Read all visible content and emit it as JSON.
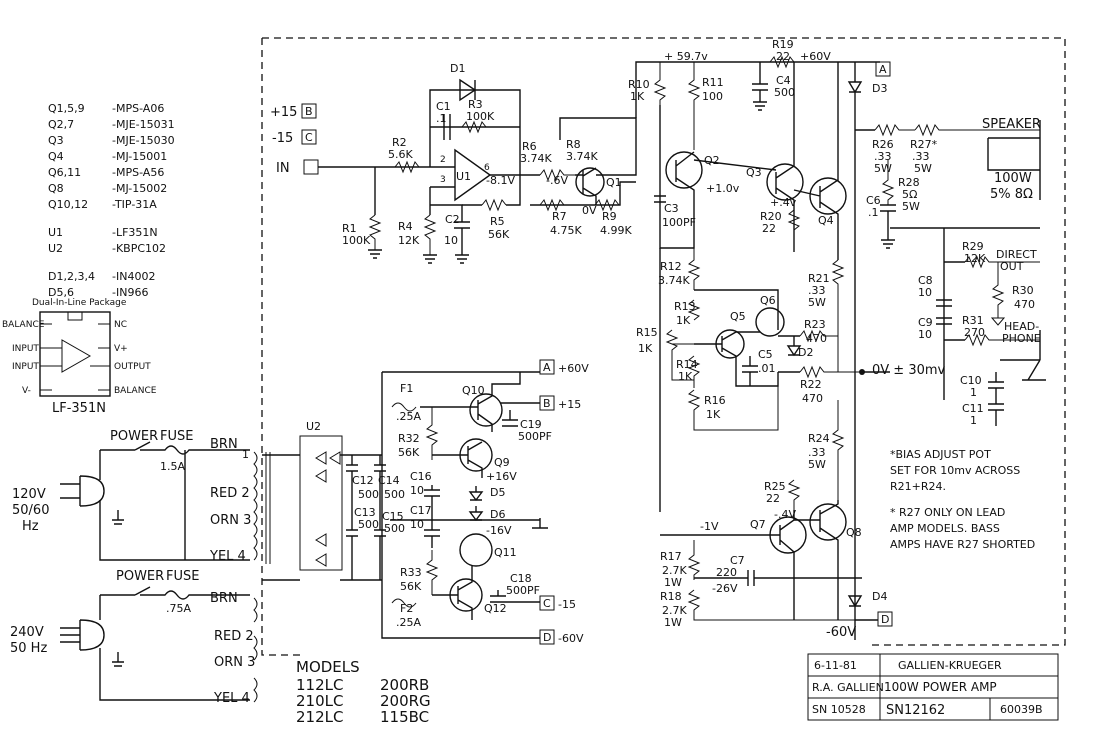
{
  "parts_list": [
    {
      "ref": "Q1,5,9",
      "part": "-MPS-A06"
    },
    {
      "ref": "Q2,7",
      "part": "-MJE-15031"
    },
    {
      "ref": "Q3",
      "part": "-MJE-15030"
    },
    {
      "ref": "Q4",
      "part": "-MJ-15001"
    },
    {
      "ref": "Q6,11",
      "part": "-MPS-A56"
    },
    {
      "ref": "Q8",
      "part": "-MJ-15002"
    },
    {
      "ref": "Q10,12",
      "part": "-TIP-31A"
    },
    {
      "ref": "U1",
      "part": "-LF351N"
    },
    {
      "ref": "U2",
      "part": "-KBPC102"
    },
    {
      "ref": "D1,2,3,4",
      "part": "-IN4002"
    },
    {
      "ref": "D5,6",
      "part": "-IN966"
    }
  ],
  "ic_package": {
    "title": "Dual-In-Line Package",
    "name": "LF-351N",
    "left_pins": [
      "BALANCE",
      "INPUT",
      "INPUT",
      "V-"
    ],
    "right_pins": [
      "NC",
      "V+",
      "OUTPUT",
      "BALANCE"
    ]
  },
  "inputs": {
    "p15": "+15",
    "b": "B",
    "m15": "-15",
    "c": "C",
    "in": "IN"
  },
  "labels": {
    "d1": "D1",
    "c1": "C1",
    "c1v": ".1",
    "r3": "R3",
    "r3v": "100K",
    "r2": "R2",
    "r2v": "5.6K",
    "u1": "U1",
    "u1out": "-8.1V",
    "pin2": "2",
    "pin3": "3",
    "pin6": "6",
    "r1": "R1",
    "r1v": "100K",
    "r4": "R4",
    "r4v": "12K",
    "c2": "C2",
    "c2v": "10",
    "r5": "R5",
    "r5v": "56K",
    "r6": "R6",
    "r6v": "3.74K",
    "r8": "R8",
    "r8v": "3.74K",
    "v6": "-.6V",
    "q1": "Q1",
    "r7": "R7",
    "r7v": "4.75K",
    "ov": "0V",
    "r9": "R9",
    "r9v": "4.99K",
    "r10": "R10",
    "r10v": "1K",
    "r11": "R11",
    "r11v": "100",
    "v597": "+ 59.7v",
    "r19": "R19",
    "r19v": "22",
    "v60": "+60V",
    "c4": "C4",
    "c4v": "500",
    "a": "A",
    "d3": "D3",
    "q2": "Q2",
    "v10": "+1.0v",
    "c3": "C3",
    "c3v": "100PF",
    "q3": "Q3",
    "v14": "+.4v",
    "q4": "Q4",
    "r20": "R20",
    "r20v": "22",
    "r26": "R26",
    "r26v": ".33",
    "r26w": "5W",
    "r27": "R27*",
    "r27v": ".33",
    "r27w": "5W",
    "speaker": "SPEAKER",
    "spk": "100W",
    "spk2": "5% 8Ω",
    "r28": "R28",
    "r28v": "5Ω",
    "r28w": "5W",
    "c6": "C6",
    "c6v": ".1",
    "r12": "R12",
    "r12v": "3.74K",
    "r13": "R13",
    "r13v": "1K",
    "q5": "Q5",
    "q6": "Q6",
    "r15": "R15",
    "r15v": "1K",
    "r14": "R14",
    "r14v": "1K",
    "c5": "C5",
    "c5v": ".01",
    "r16": "R16",
    "r16v": "1K",
    "r21": "R21",
    "r21v": ".33",
    "r21w": "5W",
    "r23": "R23",
    "r23v": "470",
    "d2": "D2",
    "r22": "R22",
    "r22v": "470",
    "ov30": "0V ± 30mv",
    "r29": "R29",
    "r29v": "12K",
    "direct": "DIRECT",
    "out": "OUT",
    "r30": "R30",
    "r30v": "470",
    "c8": "C8",
    "c8v": "10",
    "c9": "C9",
    "c9v": "10",
    "r31": "R31",
    "r31v": "270",
    "head": "HEAD-",
    "phone": "PHONE",
    "c10": "C10",
    "c10v": "1",
    "c11": "C11",
    "c11v": "1",
    "r24": "R24",
    "r24v": ".33",
    "r24w": "5W",
    "r25": "R25",
    "r25v": "22",
    "v4n": "-.4V",
    "v1n": "-1V",
    "q7": "Q7",
    "q8": "Q8",
    "r17": "R17",
    "r17v": "2.7K",
    "r17w": "1W",
    "c7": "C7",
    "c7v": "220",
    "v26": "-26V",
    "r18": "R18",
    "r18v": "2.7K",
    "r18w": "1W",
    "d4": "D4",
    "m60": "-60V",
    "dd": "D",
    "a6": "A",
    "v60b": "+60V",
    "f1": "F1",
    "f1v": ".25A",
    "q10": "Q10",
    "b2": "B",
    "p15b": "+15",
    "c19": "C19",
    "c19v": "500PF",
    "r32": "R32",
    "r32v": "56K",
    "q9": "Q9",
    "v16": "+16V",
    "c16": "C16",
    "c16v": "10",
    "d5": "D5",
    "c12": "C12",
    "c12v": "500",
    "c14": "C14",
    "c14v": "500",
    "c13": "C13",
    "c13v": "500",
    "c15": "C15",
    "c15v": "500",
    "c17": "C17",
    "c17v": "10",
    "d6": "D6",
    "v16n": "-16V",
    "q11": "Q11",
    "r33": "R33",
    "r33v": "56K",
    "c18": "C18",
    "c18v": "500PF",
    "c2b": "C",
    "m15b": "-15",
    "f2": "F2",
    "f2v": ".25A",
    "q12": "Q12",
    "d2b": "D",
    "m60b": "-60V",
    "u2": "U2",
    "power": "POWER",
    "fuse": "FUSE",
    "fuse1": "1.5A",
    "brn": "BRN",
    "red2": "RED 2",
    "orn3": "ORN 3",
    "yel4": "YEL 4",
    "v120": "120V",
    "hz60": "50/60",
    "hz": "Hz",
    "power2": "POWER",
    "fuse2": "FUSE",
    "fuse2v": ".75A",
    "brn2": "BRN",
    "red22": "RED 2",
    "orn32": "ORN 3",
    "yel42": "YEL 4",
    "v240": "240V",
    "hz50": "50 Hz",
    "n1": "1"
  },
  "notes": [
    "*BIAS ADJUST POT",
    "SET FOR 10mv ACROSS",
    "R21+R24.",
    "* R27 ONLY ON LEAD",
    "AMP MODELS. BASS",
    "AMPS HAVE R27 SHORTED"
  ],
  "models": {
    "title": "MODELS",
    "list": [
      "112LC",
      "200RB",
      "210LC",
      "200RG",
      "212LC",
      "115BC"
    ]
  },
  "title_block": {
    "date": "6-11-81",
    "company": "GALLIEN-KRUEGER",
    "drawn_by": "R.A. GALLIEN",
    "title": "100W POWER AMP",
    "sn1": "SN 10528",
    "sn2": "SN12162",
    "doc": "60039B"
  }
}
